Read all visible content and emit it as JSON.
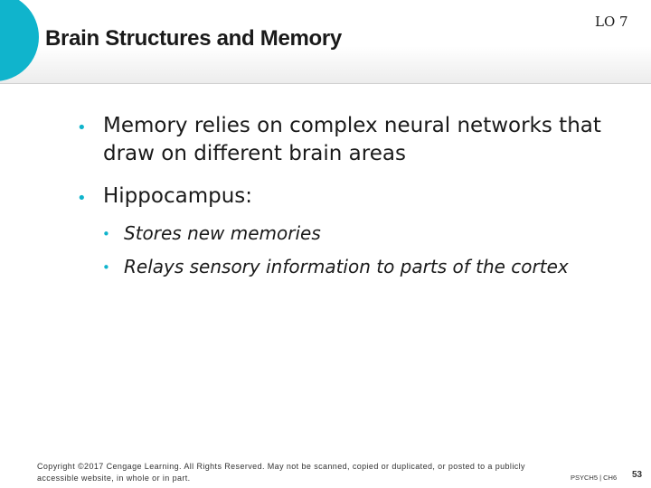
{
  "header": {
    "title": "Brain Structures and Memory",
    "learning_objective": "LO 7"
  },
  "content": {
    "bullets": [
      {
        "text": "Memory relies on complex neural networks that draw on different brain areas",
        "level": 1
      },
      {
        "text": "Hippocampus:",
        "level": 1
      },
      {
        "text": "Stores new memories",
        "level": 2
      },
      {
        "text": "Relays sensory information to parts of the cortex",
        "level": 2
      }
    ],
    "bullet_symbol": "•"
  },
  "footer": {
    "copyright": "Copyright ©2017 Cengage Learning. All Rights Reserved. May not be scanned, copied or duplicated, or posted to a publicly accessible website, in whole or in part.",
    "course": "PSYCH5 | CH6",
    "page_number": "53"
  },
  "colors": {
    "accent": "#10b4cc",
    "text": "#1a1a1a"
  }
}
